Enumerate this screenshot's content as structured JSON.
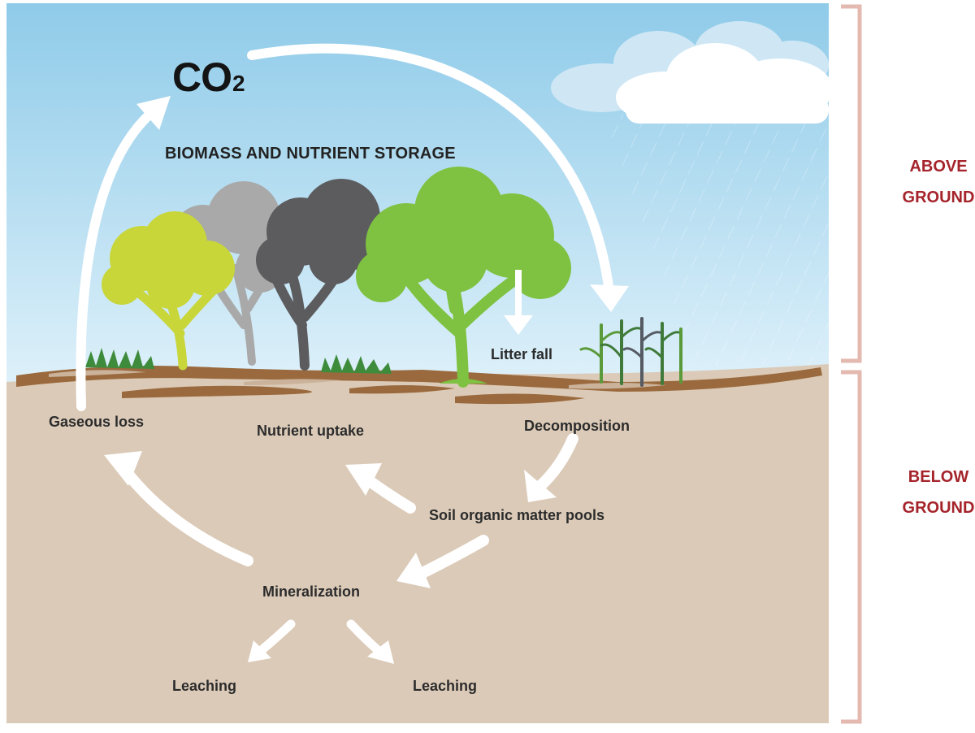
{
  "co2": {
    "main": "CO",
    "sub": "2"
  },
  "title": "BIOMASS AND NUTRIENT STORAGE",
  "labels": {
    "litter_fall": "Litter fall",
    "gaseous_loss": "Gaseous loss",
    "nutrient_uptake": "Nutrient uptake",
    "decomposition": "Decomposition",
    "soil_organic": "Soil organic matter pools",
    "mineralization": "Mineralization",
    "leaching_left": "Leaching",
    "leaching_right": "Leaching"
  },
  "zones": {
    "above": {
      "line1": "ABOVE",
      "line2": "GROUND"
    },
    "below": {
      "line1": "BELOW",
      "line2": "GROUND"
    }
  },
  "colors": {
    "sky_top": "#8fcbe9",
    "sky_bottom": "#dcf0fa",
    "soil": "#dbcab7",
    "litter": "#9a6a3e",
    "bracket": "#e3b9b0",
    "zone_text": "#a5242b"
  }
}
